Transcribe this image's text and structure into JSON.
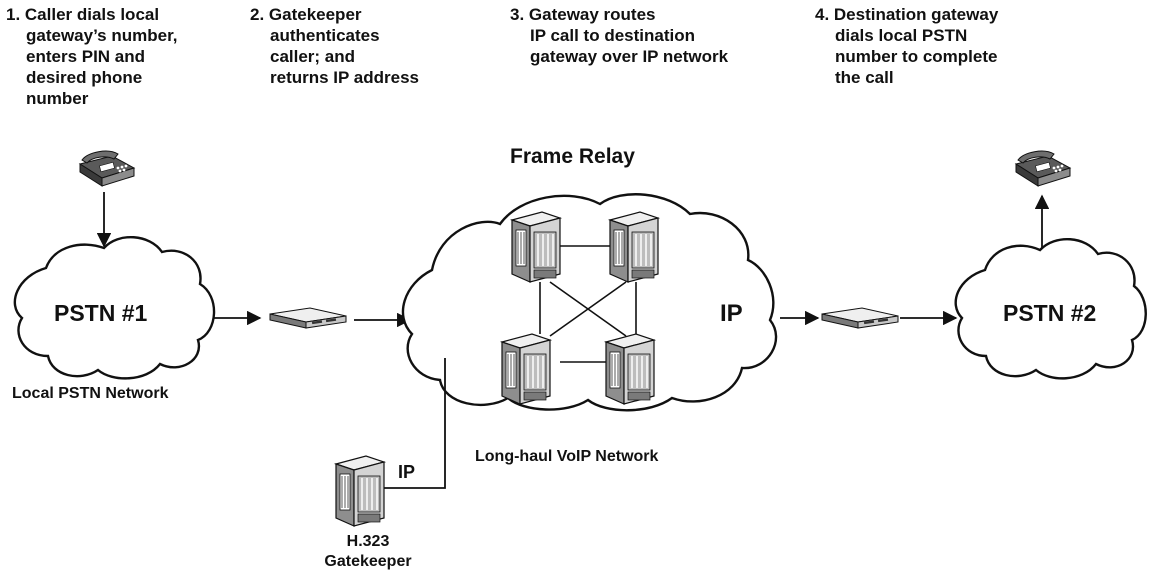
{
  "steps": [
    {
      "lines": [
        "1. Caller dials local",
        "gateway’s number,",
        "enters PIN and",
        "desired phone",
        "number"
      ]
    },
    {
      "lines": [
        "2. Gatekeeper",
        "authenticates",
        "caller; and",
        "returns IP address"
      ]
    },
    {
      "lines": [
        "3. Gateway routes",
        "IP call to destination",
        "gateway over IP network"
      ]
    },
    {
      "lines": [
        "4. Destination gateway",
        "dials local PSTN",
        "number to complete",
        "the call"
      ]
    }
  ],
  "labels": {
    "frame_relay": "Frame Relay",
    "pstn1": "PSTN #1",
    "pstn2": "PSTN #2",
    "ip_cloud": "IP",
    "local_pstn": "Local PSTN Network",
    "longhaul": "Long-haul VoIP Network",
    "ip_link": "IP",
    "gatekeeper_line1": "H.323",
    "gatekeeper_line2": "Gatekeeper"
  },
  "colors": {
    "line": "#111111",
    "server_body": "#d9d9d9",
    "server_dark": "#7a7a7a",
    "phone_body": "#8c8c8c"
  }
}
